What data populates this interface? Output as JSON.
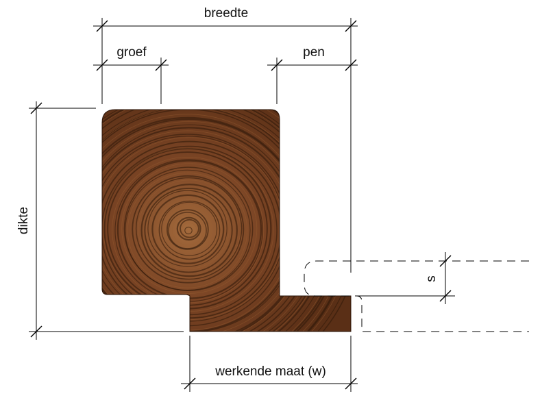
{
  "labels": {
    "width": "breedte",
    "groove": "groef",
    "tongue": "pen",
    "thickness": "dikte",
    "gap": "s",
    "working_size": "werkende maat (w)"
  },
  "colors": {
    "wood_base": "#6b3a1d",
    "wood_ring_dark": "#2e170a",
    "wood_ring_light": "#9a5f34",
    "line": "#000000"
  }
}
